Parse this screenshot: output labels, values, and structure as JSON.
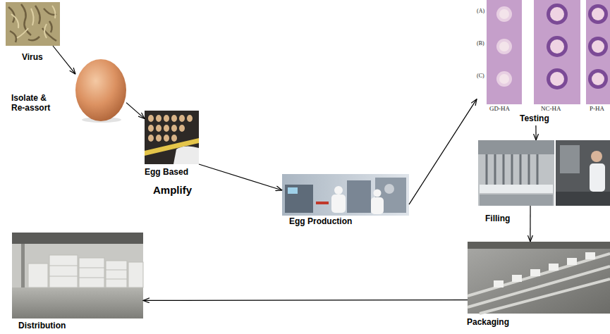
{
  "diagram": {
    "nodes": [
      {
        "text": [
          "Virus"
        ]
      },
      {
        "text": [
          "Isolate & Re-assort"
        ]
      },
      {
        "text": [
          "Egg Based",
          "Amplify"
        ]
      },
      {
        "text": [
          "Egg Production"
        ]
      },
      {
        "text": [
          "Testing"
        ]
      },
      {
        "text": [
          "Filling"
        ]
      },
      {
        "text": [
          "Packaging"
        ]
      },
      {
        "text": [
          "Distribution"
        ]
      }
    ],
    "edges": [
      {
        "from": 0,
        "to": 1,
        "arrow": "to"
      },
      {
        "from": 1,
        "to": 2,
        "arrow": "to"
      },
      {
        "from": 2,
        "to": 3,
        "arrow": "to"
      },
      {
        "from": 3,
        "to": 4,
        "arrow": "to"
      },
      {
        "from": 4,
        "to": 5,
        "arrow": "to"
      },
      {
        "from": 5,
        "to": 6,
        "arrow": "to"
      },
      {
        "from": 6,
        "to": 7,
        "arrow": "to"
      }
    ],
    "labels": [
      "(A)",
      "(B)",
      "(C)",
      "GD-HA",
      "NC-HA",
      "P-HA"
    ]
  }
}
